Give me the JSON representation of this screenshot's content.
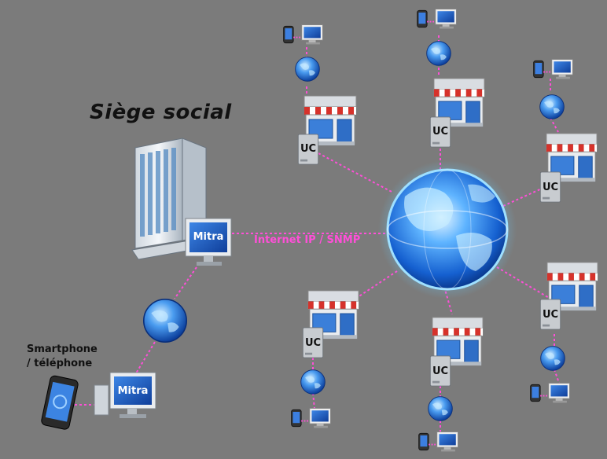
{
  "title": "Siège social",
  "phone_label_line1": "Smartphone",
  "phone_label_line2": "/ téléphone",
  "link_label": "Internet IP / SNMP",
  "monitor_brand": "Mitra",
  "unit_label": "UC",
  "colors": {
    "background": "#7b7b7b",
    "link": "#ff4fd8",
    "globe": "#2a7fe0",
    "monitor_screen": "#1f5fc8",
    "awning": "#d6322b"
  }
}
